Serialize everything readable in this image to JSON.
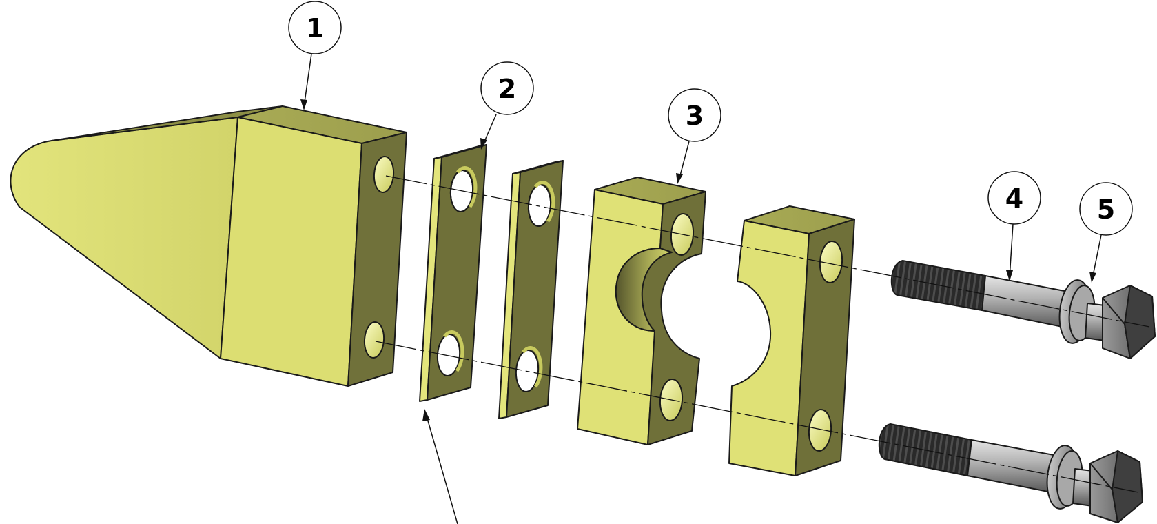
{
  "drawing": {
    "title": "",
    "balloons": [
      {
        "label": "1",
        "part": "main-block"
      },
      {
        "label": "2",
        "part": "spacer-plate"
      },
      {
        "label": "3",
        "part": "clamp-half"
      },
      {
        "label": "4",
        "part": "bolt"
      },
      {
        "label": "5",
        "part": "washer"
      }
    ],
    "colors": {
      "part_light": "#d9db73",
      "part_mid": "#c5c764",
      "part_dark": "#6e6e3a",
      "bolt_dark": "#333333",
      "bolt_shaft": "#a3a3a3",
      "edge": "#1a1a1a"
    }
  }
}
